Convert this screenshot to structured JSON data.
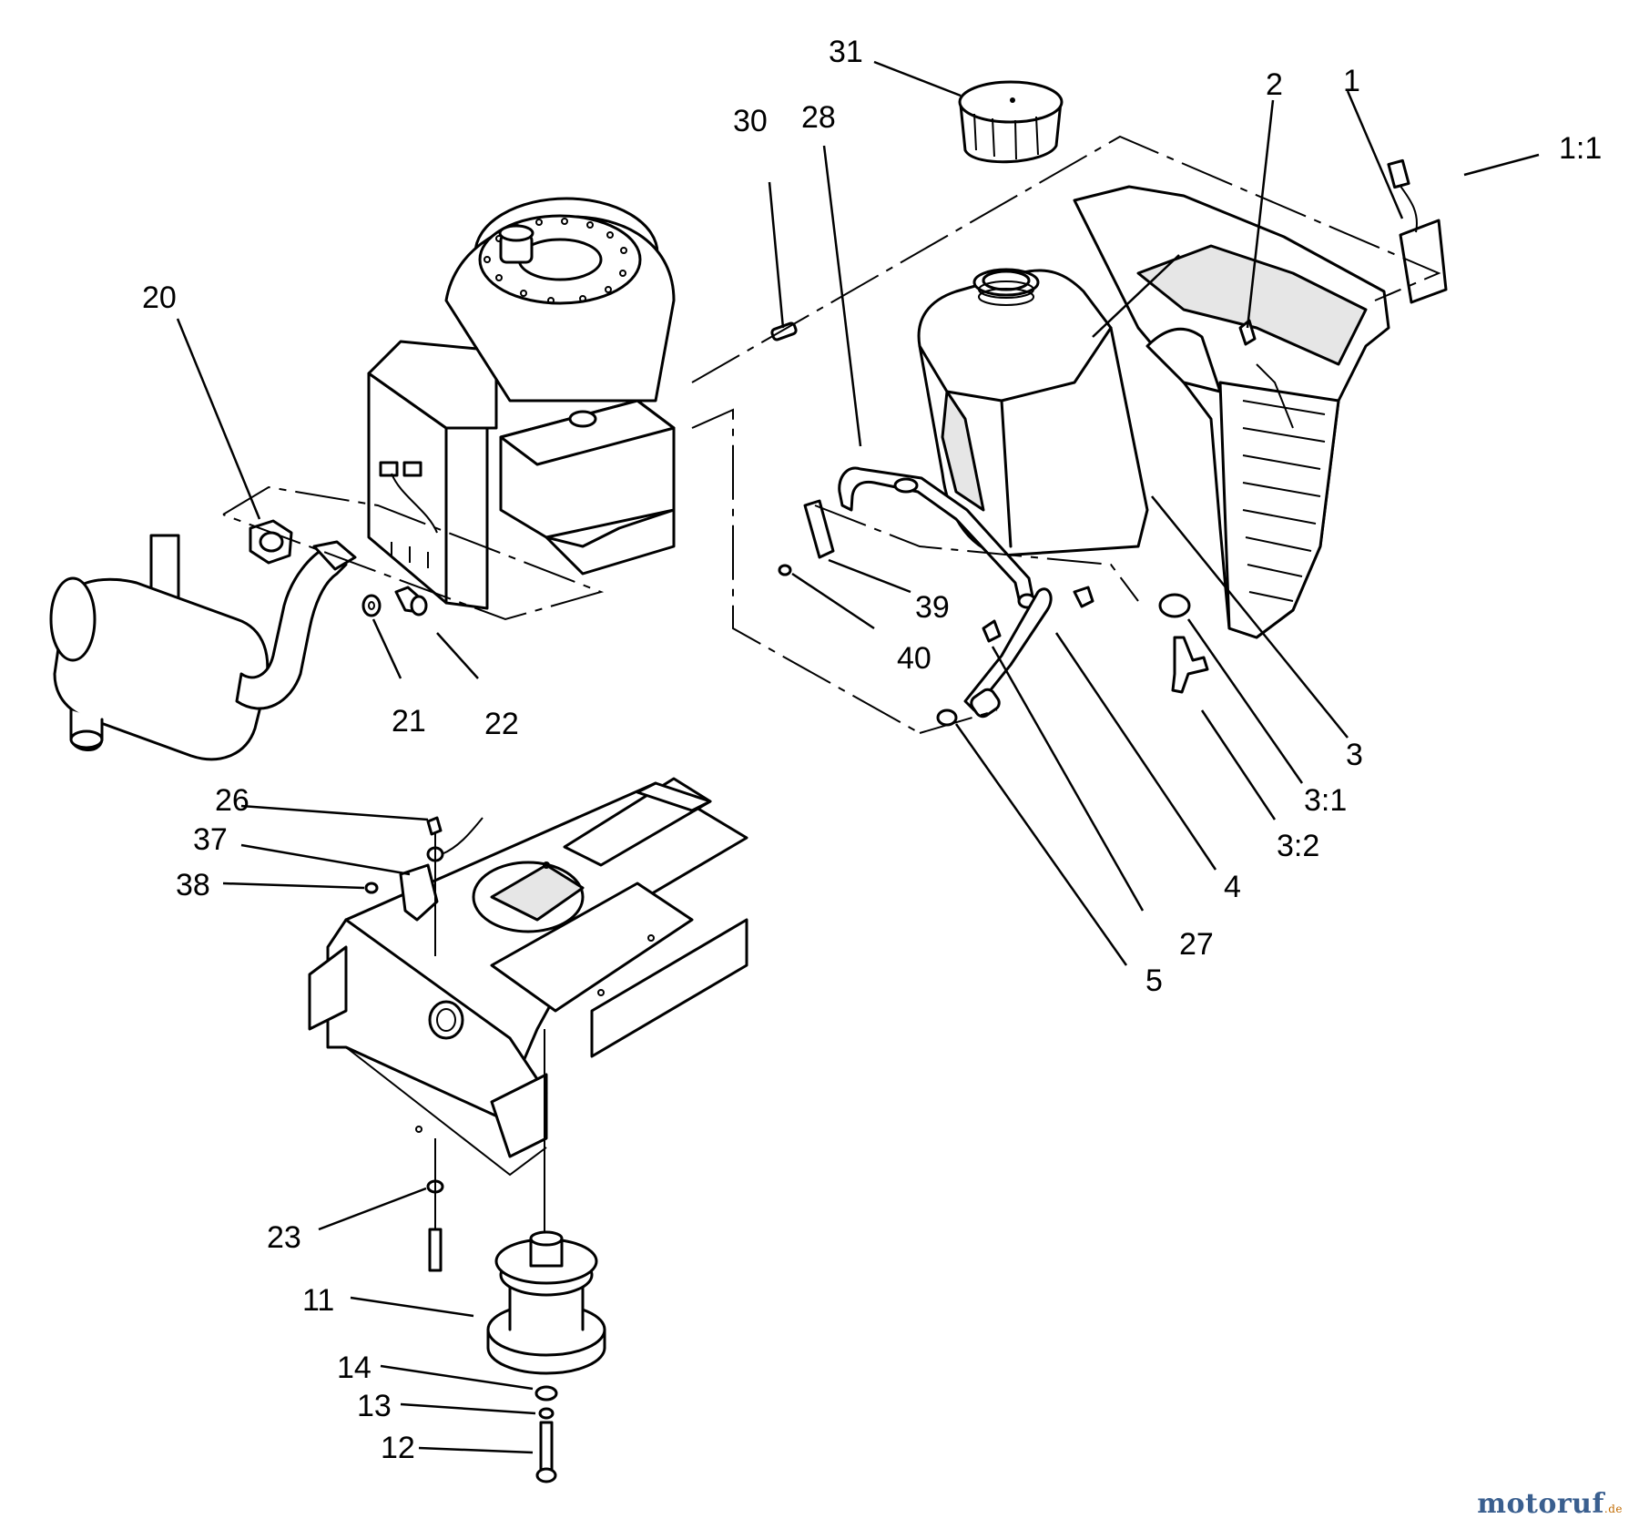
{
  "callouts": {
    "c1": "1",
    "c1_1": "1:1",
    "c2": "2",
    "c3": "3",
    "c3_1": "3:1",
    "c3_2": "3:2",
    "c4": "4",
    "c5": "5",
    "c11": "11",
    "c12": "12",
    "c13": "13",
    "c14": "14",
    "c20": "20",
    "c21": "21",
    "c22": "22",
    "c23": "23",
    "c26": "26",
    "c27": "27",
    "c28": "28",
    "c30": "30",
    "c31": "31",
    "c37": "37",
    "c38": "38",
    "c39": "39",
    "c40": "40"
  },
  "watermark": {
    "name": "motoruf",
    "tld": ".de"
  }
}
